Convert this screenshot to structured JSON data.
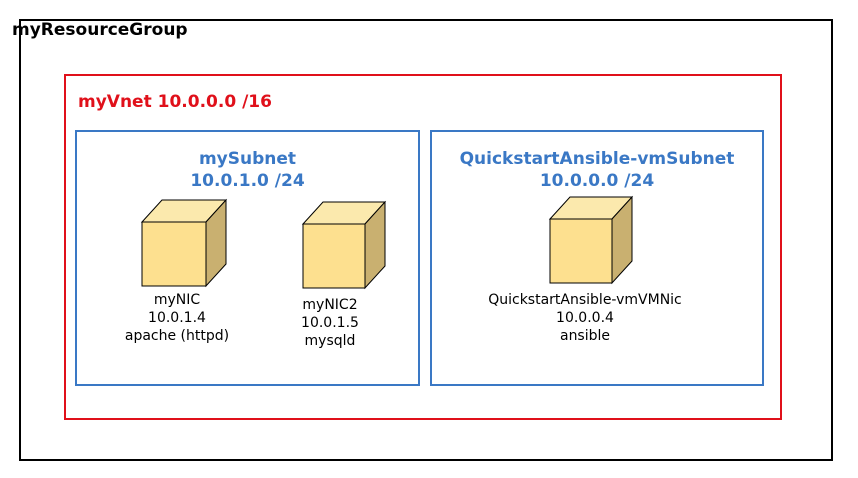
{
  "resource_group": {
    "name": "myResourceGroup"
  },
  "vnet": {
    "label": "myVnet 10.0.0.0 /16"
  },
  "subnets": [
    {
      "name": "mySubnet",
      "cidr": "10.0.1.0 /24",
      "nodes": [
        {
          "name": "myNIC",
          "ip": "10.0.1.4",
          "role": "apache (httpd)"
        },
        {
          "name": "myNIC2",
          "ip": "10.0.1.5",
          "role": "mysqld"
        }
      ]
    },
    {
      "name": "QuickstartAnsible-vmSubnet",
      "cidr": "10.0.0.0 /24",
      "nodes": [
        {
          "name": "QuickstartAnsible-vmVMNic",
          "ip": "10.0.0.4",
          "role": "ansible"
        }
      ]
    }
  ],
  "colors": {
    "resource_group_border": "#000000",
    "vnet": "#e0101a",
    "subnet": "#3a78c5",
    "cube_front": "#fde08f",
    "cube_side": "#c9b070",
    "cube_top": "#fbe9ad"
  }
}
